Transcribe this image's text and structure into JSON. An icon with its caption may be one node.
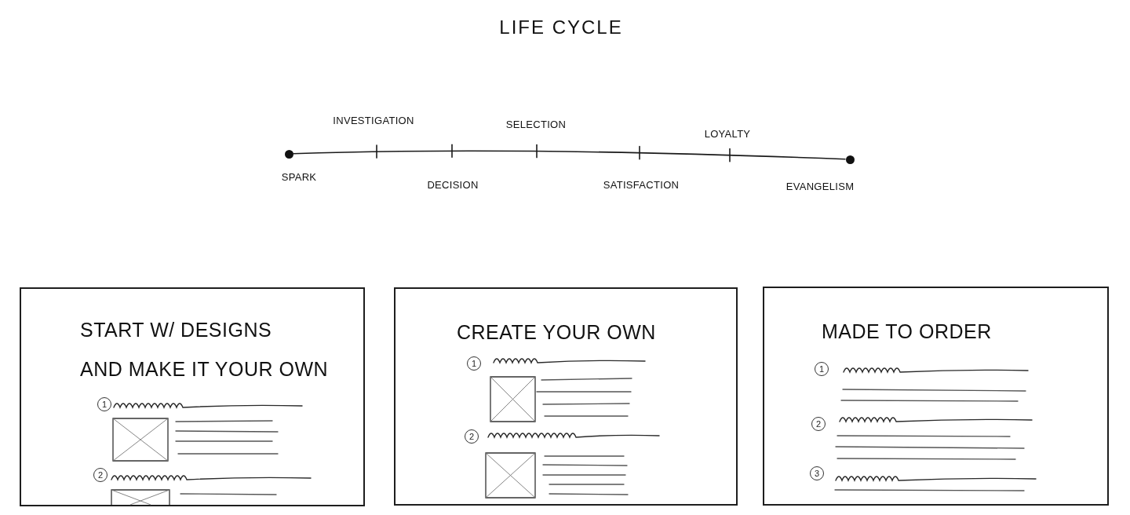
{
  "diagram": {
    "title": "LIFE CYCLE",
    "nodes": [
      {
        "text": [],
        "shape": "circle",
        "beside": [
          "SPARK"
        ]
      },
      {
        "text": [],
        "shape": "circle",
        "beside": [
          "EVANGELISM"
        ]
      },
      {
        "text": [
          "START W/ DESIGNS AND MAKE IT YOUR OWN"
        ]
      },
      {
        "text": [
          "1"
        ],
        "in": 2
      },
      {
        "text": [
          "2"
        ],
        "in": 2
      },
      {
        "text": [
          "CREATE YOUR OWN"
        ]
      },
      {
        "text": [
          "1"
        ],
        "in": 5
      },
      {
        "text": [
          "2"
        ],
        "in": 5
      },
      {
        "text": [
          "MADE TO ORDER"
        ]
      },
      {
        "text": [
          "1"
        ],
        "in": 8
      },
      {
        "text": [
          "2"
        ],
        "in": 8
      },
      {
        "text": [
          "3"
        ],
        "in": 8
      }
    ],
    "edges": [
      {
        "from": 0,
        "to": 1,
        "arrow": "none"
      }
    ],
    "labels": [
      "INVESTIGATION",
      "DECISION",
      "SELECTION",
      "SATISFACTION",
      "LOYALTY"
    ]
  }
}
